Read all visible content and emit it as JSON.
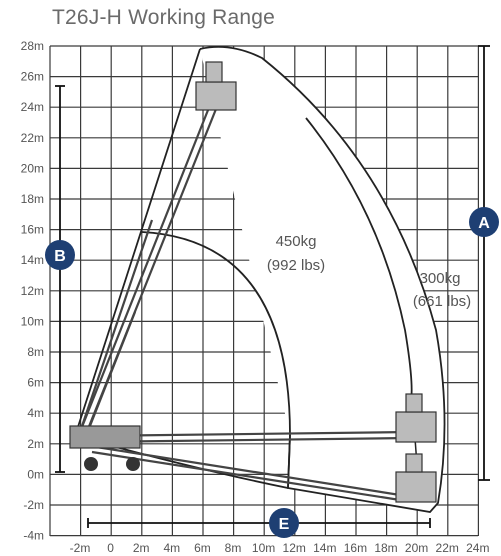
{
  "title": "T26J-H Working Range",
  "axes": {
    "y_ticks": [
      "28m",
      "26m",
      "24m",
      "22m",
      "20m",
      "18m",
      "16m",
      "14m",
      "12m",
      "10m",
      "8m",
      "6m",
      "4m",
      "2m",
      "0m",
      "-2m",
      "-4m"
    ],
    "x_ticks": [
      "-2m",
      "0",
      "2m",
      "4m",
      "6m",
      "8m",
      "10m",
      "12m",
      "14m",
      "16m",
      "18m",
      "20m",
      "22m",
      "24m"
    ]
  },
  "zones": {
    "inner": {
      "kg": "450kg",
      "lbs": "(992 lbs)"
    },
    "outer": {
      "kg": "300kg",
      "lbs": "(661 lbs)"
    }
  },
  "markers": {
    "A": "A",
    "B": "B",
    "E": "E",
    "color": "#1e3f73"
  }
}
